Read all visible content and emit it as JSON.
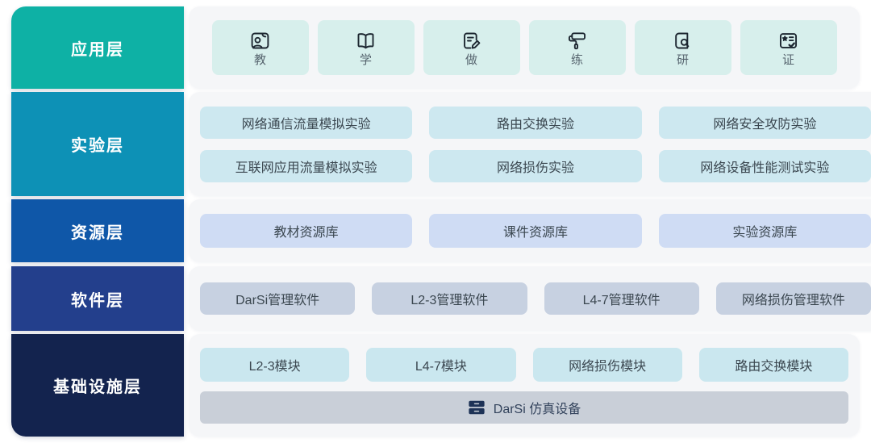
{
  "layers": [
    {
      "label": "应用层",
      "color": "#0EB1A5",
      "item_bg": "#D7EFEC",
      "items": [
        {
          "label": "教",
          "icon": "teacher-board-icon"
        },
        {
          "label": "学",
          "icon": "open-book-icon"
        },
        {
          "label": "做",
          "icon": "document-edit-icon"
        },
        {
          "label": "练",
          "icon": "paint-roller-icon"
        },
        {
          "label": "研",
          "icon": "book-search-icon"
        },
        {
          "label": "证",
          "icon": "certificate-card-icon"
        }
      ]
    },
    {
      "label": "实验层",
      "color": "#0D91B6",
      "item_bg": "#CDE8F0",
      "items": [
        "网络通信流量模拟实验",
        "路由交换实验",
        "网络安全攻防实验",
        "互联网应用流量模拟实验",
        "网络损伤实验",
        "网络设备性能测试实验"
      ]
    },
    {
      "label": "资源层",
      "color": "#0F57A8",
      "item_bg": "#CFDCF4",
      "items": [
        "教材资源库",
        "课件资源库",
        "实验资源库"
      ]
    },
    {
      "label": "软件层",
      "color": "#233F8C",
      "item_bg": "#C7D1E1",
      "items": [
        "DarSi管理软件",
        "L2-3管理软件",
        "L4-7管理软件",
        "网络损伤管理软件"
      ]
    },
    {
      "label": "基础设施层",
      "color": "#13234E",
      "item_bg": "#CAE7EF",
      "items": [
        "L2-3模块",
        "L4-7模块",
        "网络损伤模块",
        "路由交换模块"
      ],
      "base_bar": {
        "label": "DarSi 仿真设备",
        "icon": "server-stack-icon",
        "bg": "#C9CFD8"
      }
    }
  ]
}
